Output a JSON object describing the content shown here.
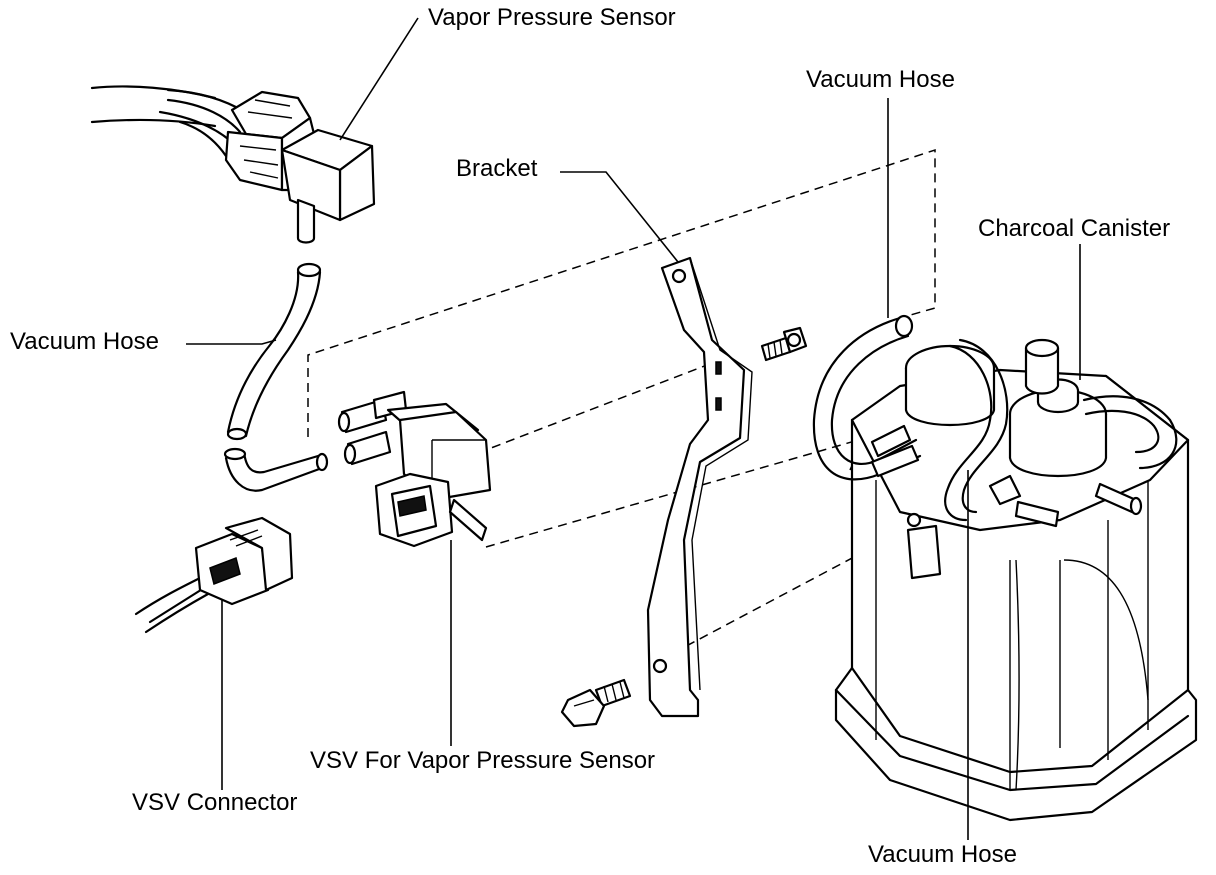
{
  "labels": {
    "vapor_pressure_sensor": "Vapor Pressure Sensor",
    "vacuum_hose_top": "Vacuum Hose",
    "bracket": "Bracket",
    "charcoal_canister": "Charcoal Canister",
    "vacuum_hose_left": "Vacuum Hose",
    "vsv_for_vapor_pressure_sensor": "VSV For Vapor Pressure Sensor",
    "vsv_connector": "VSV Connector",
    "vacuum_hose_bottom": "Vacuum Hose"
  }
}
